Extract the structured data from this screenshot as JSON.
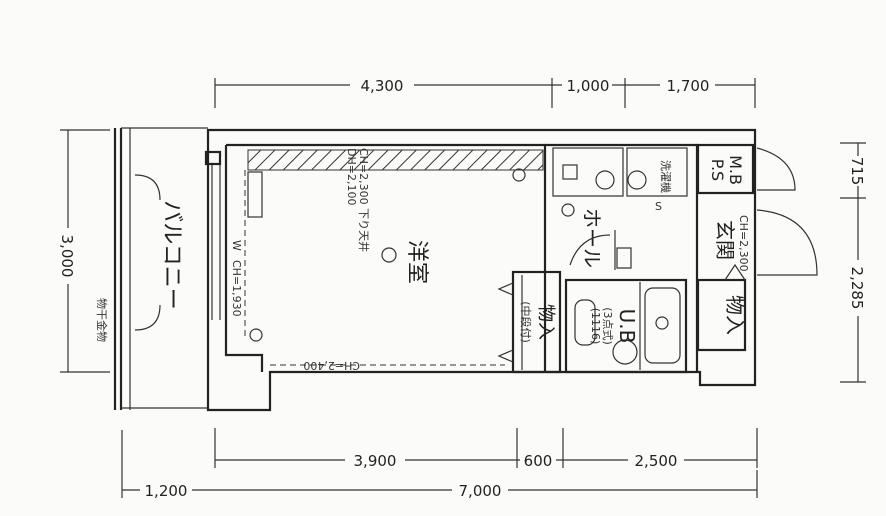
{
  "dimensions": {
    "top": [
      "4,300",
      "1,000",
      "1,700"
    ],
    "bottom": [
      "3,900",
      "600",
      "2,500"
    ],
    "bottom_total": [
      "1,200",
      "7,000"
    ],
    "left": "3,000",
    "right": [
      "715",
      "2,285"
    ]
  },
  "rooms": {
    "western_room": "洋室",
    "hall": "ホール",
    "unit_bath": "U.B",
    "unit_bath_note1": "(3点式)",
    "unit_bath_note2": "(1116)",
    "closet_left": "物入",
    "closet_left_note": "(中段付)",
    "closet_right": "物入",
    "entrance": "玄関",
    "mbps_1": "M.B",
    "mbps_2": "P.S",
    "balcony": "バルコニー",
    "laundry_pole": "物干金物",
    "washer": "洗濯機"
  },
  "notes": {
    "ceiling_top": "CH=2,300 下り天井",
    "door_height": "DH=2,100",
    "ceiling_bottom": "CH=2,400",
    "window": "W",
    "window_height": "CH=1,930",
    "entrance_ceiling": "CH=2,300",
    "shoebox": "S"
  }
}
